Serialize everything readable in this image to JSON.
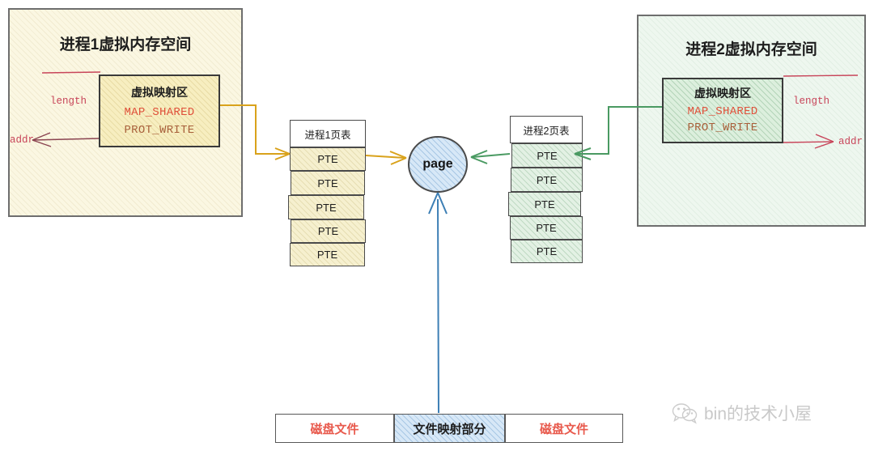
{
  "diagram": {
    "title": "mmap MAP_SHARED file mapping across two processes",
    "colors": {
      "process1_fill": "#fbf7e2",
      "process1_border": "#6e6e6e",
      "process2_fill": "#eef7ef",
      "process2_border": "#6e6e6e",
      "map_region1_fill": "#f7eec0",
      "map_region2_fill": "#dcefdd",
      "page_fill": "#e6f0f8",
      "arrow_orange": "#d9a21b",
      "arrow_green": "#4a9a62",
      "arrow_blue": "#3d7fb5",
      "label_red": "#c8455a",
      "flag_shared": "#e0513b",
      "flag_write": "#a8603b",
      "disk_file_text": "#e8594c"
    }
  },
  "process1": {
    "title": "进程1虚拟内存空间",
    "mapping": {
      "name": "虚拟映射区",
      "flag_shared": "MAP_SHARED",
      "flag_prot": "PROT_WRITE"
    },
    "length_label": "length",
    "addr_label": "addr"
  },
  "process2": {
    "title": "进程2虚拟内存空间",
    "mapping": {
      "name": "虚拟映射区",
      "flag_shared": "MAP_SHARED",
      "flag_prot": "PROT_WRITE"
    },
    "length_label": "length",
    "addr_label": "addr"
  },
  "page_table1": {
    "header": "进程1页表",
    "entries": [
      "PTE",
      "PTE",
      "PTE",
      "PTE",
      "PTE"
    ]
  },
  "page_table2": {
    "header": "进程2页表",
    "entries": [
      "PTE",
      "PTE",
      "PTE",
      "PTE",
      "PTE"
    ]
  },
  "page": {
    "label": "page"
  },
  "file_bar": {
    "segments": [
      {
        "label": "磁盘文件",
        "kind": "disk"
      },
      {
        "label": "文件映射部分",
        "kind": "mapped"
      },
      {
        "label": "磁盘文件",
        "kind": "disk"
      }
    ]
  },
  "watermark": {
    "text": "bin的技术小屋",
    "icon": "wechat-icon"
  }
}
